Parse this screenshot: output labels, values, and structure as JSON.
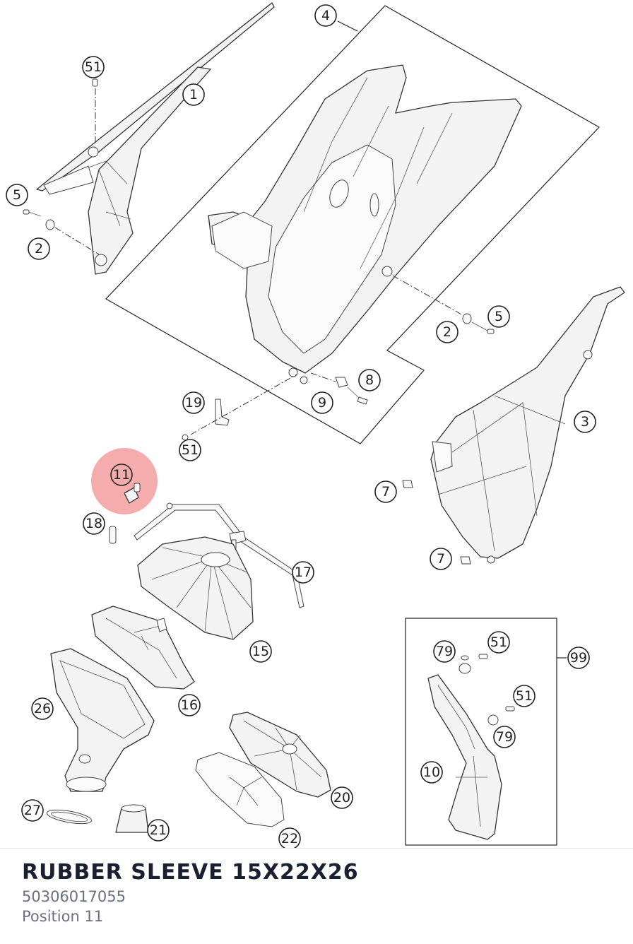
{
  "diagram": {
    "highlight_color": "#f08080",
    "highlighted_position": "11",
    "callouts": {
      "c51a": "51",
      "c1": "1",
      "c4": "4",
      "c5a": "5",
      "c2a": "2",
      "c5b": "5",
      "c2b": "2",
      "c8": "8",
      "c9": "9",
      "c19": "19",
      "c51b": "51",
      "c3": "3",
      "c7a": "7",
      "c7b": "7",
      "c11": "11",
      "c18": "18",
      "c17": "17",
      "c15": "15",
      "c16": "16",
      "c26": "26",
      "c20": "20",
      "c27": "27",
      "c21": "21",
      "c22": "22",
      "c79a": "79",
      "c51c": "51",
      "c99": "99",
      "c51d": "51",
      "c79b": "79",
      "c10": "10"
    }
  },
  "part": {
    "name": "RUBBER SLEEVE 15X22X26",
    "number": "50306017055",
    "position": "Position 11"
  }
}
